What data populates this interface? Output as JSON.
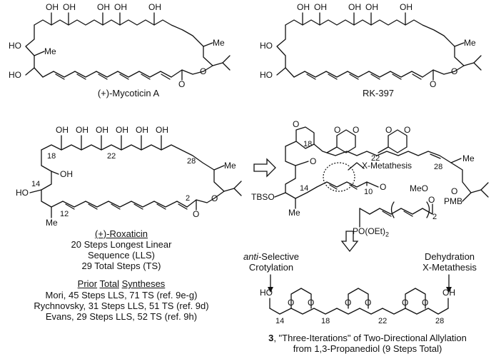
{
  "top_left": {
    "name": "(+)-Mycoticin A"
  },
  "top_right": {
    "name": "RK-397"
  },
  "roxaticin": {
    "name": "(+)-Roxaticin",
    "line1": "20 Steps Longest Linear",
    "line2": "Sequence (LLS)",
    "line3": "29 Total Steps (TS)"
  },
  "prior": {
    "header_a": "Prior",
    "header_b": "Total",
    "header_c": "Syntheses",
    "rows": [
      "Mori, 45 Steps LLS, 71 TS (ref. 9e-g)",
      "Rychnovsky, 31 Steps LLS, 51 TS (ref. 9d)",
      "Evans, 29 Steps LLS, 52 TS (ref. 9h)"
    ]
  },
  "annotations": {
    "xmeta_top": "X-Metathesis",
    "anti_a": "anti",
    "anti_b": "-Selective",
    "anti_c": "Crotylation",
    "dehyd": "Dehydration",
    "xmeta_bottom": "X-Metathesis"
  },
  "compound3": {
    "number": "3",
    "line1": ", \"Three-Iterations\" of Two-Directional Allylation",
    "line2": "from 1,3-Propanediol (9 Steps Total)"
  },
  "atoms": {
    "oh": "OH",
    "ho": "HO",
    "me": "Me",
    "o": "O",
    "tbso": "TBSO",
    "pmb": "PMB",
    "meo": "MeO",
    "poet": "PO(OEt)",
    "sub2": "2"
  },
  "numbers": {
    "n18": "18",
    "n22": "22",
    "n28": "28",
    "n14": "14",
    "n12": "12",
    "n2": "2",
    "n10": "10"
  }
}
